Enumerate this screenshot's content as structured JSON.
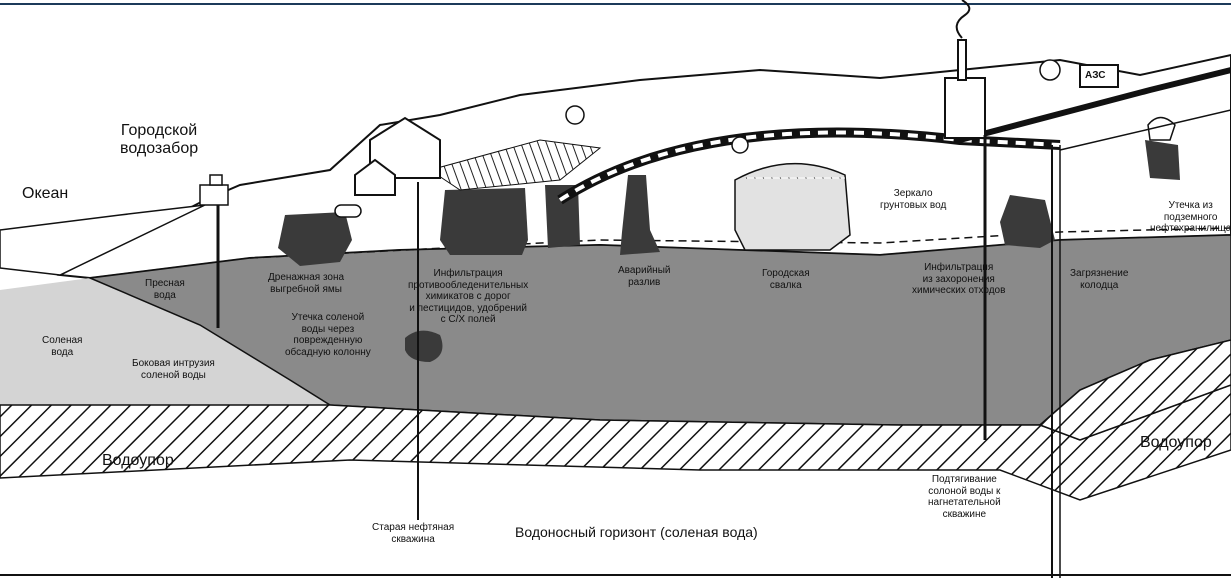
{
  "labels": {
    "ocean": "Океан",
    "city_intake": "Городской\nводозабор",
    "fresh_water": "Пресная\nвода",
    "salt_water": "Соленая\nвода",
    "lateral_intrusion": "Боковая интрузия\nсоленой воды",
    "aquitard_left": "Водоупор",
    "aquitard_right": "Водоупор",
    "septic_drainage": "Дренажная зона\nвыгребной ямы",
    "saltwater_leak": "Утечка соленой\nводы через\nповрежденную\nобсадную колонну",
    "old_well": "Старая нефтяная\nскважина",
    "deicing_infiltration": "Инфильтрация\nпротивообледенительных\nхимикатов с дорог\nи пестицидов, удобрений\nс С/Х полей",
    "accidental_spill": "Аварийный\nразлив",
    "city_landfill": "Городская\nсвалка",
    "water_table": "Зеркало\nгрунтовых вод",
    "chem_waste_infiltration": "Инфильтрация\nиз захоронения\nхимических отходов",
    "tank_leak": "Утечка из\nподземного\nнефтехранилища",
    "well_pollution": "Загрязнение\nколодца",
    "saltwater_upconing": "Подтягивание\nсолоной воды к\nнагнетательной\nскважине",
    "saline_aquifer": "Водоносный горизонт (соленая вода)",
    "gas_station_sign": "АЗС"
  },
  "colors": {
    "groundwater": "#8a8a8a",
    "contaminant": "#3a3a3a",
    "salt_water": "#d4d4d4",
    "frame": "#1c3a5a"
  }
}
